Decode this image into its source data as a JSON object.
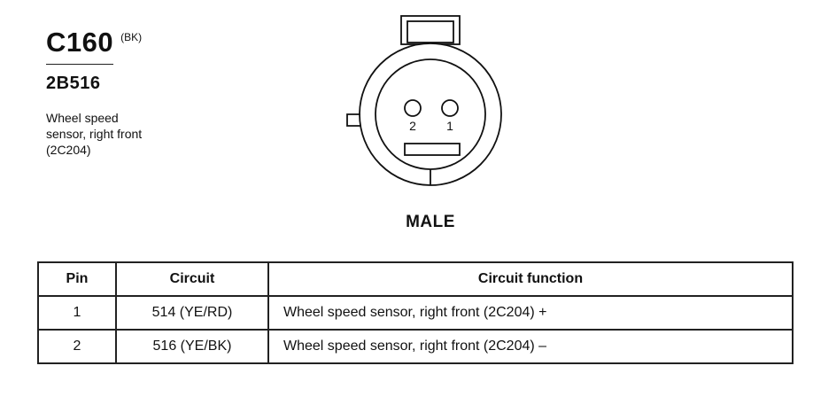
{
  "connector": {
    "id": "C160",
    "color_code": "(BK)",
    "part_number": "2B516",
    "description": "Wheel speed sensor, right front (2C204)"
  },
  "view": {
    "gender": "MALE",
    "pin_labels": [
      "2",
      "1"
    ]
  },
  "pin_table": {
    "headers": [
      "Pin",
      "Circuit",
      "Circuit function"
    ],
    "rows": [
      {
        "pin": "1",
        "circuit": "514 (YE/RD)",
        "function": "Wheel speed sensor, right front (2C204) +"
      },
      {
        "pin": "2",
        "circuit": "516 (YE/BK)",
        "function": "Wheel speed sensor, right front (2C204) –"
      }
    ]
  }
}
